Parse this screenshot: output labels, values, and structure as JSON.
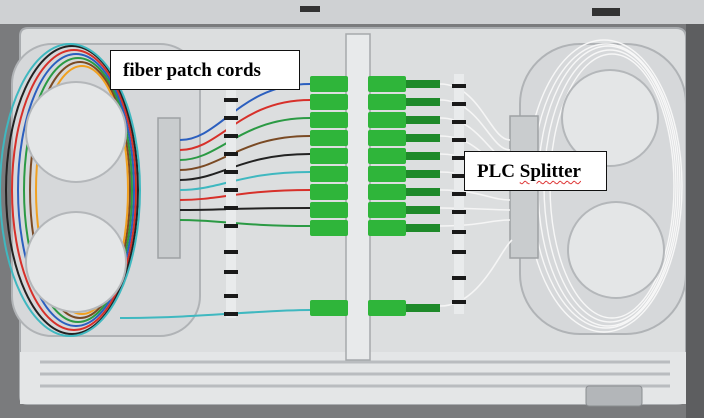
{
  "labels": {
    "fiber_patch_cords": "fiber patch cords",
    "plc_prefix": "PLC ",
    "plc_word": "Splitter"
  },
  "colors": {
    "tray": "#d9dbdc",
    "tray_shadow": "#b9bcbf",
    "adapter_green": "#2fb53a",
    "adapter_dark": "#1f8a2a",
    "fiber_white": "#f2f2f2",
    "fiber_red": "#d7302a",
    "fiber_blue": "#2b5fbf",
    "fiber_green": "#2b9a44",
    "fiber_black": "#222222",
    "fiber_brown": "#7a4a24",
    "fiber_aqua": "#3fb8c0"
  }
}
